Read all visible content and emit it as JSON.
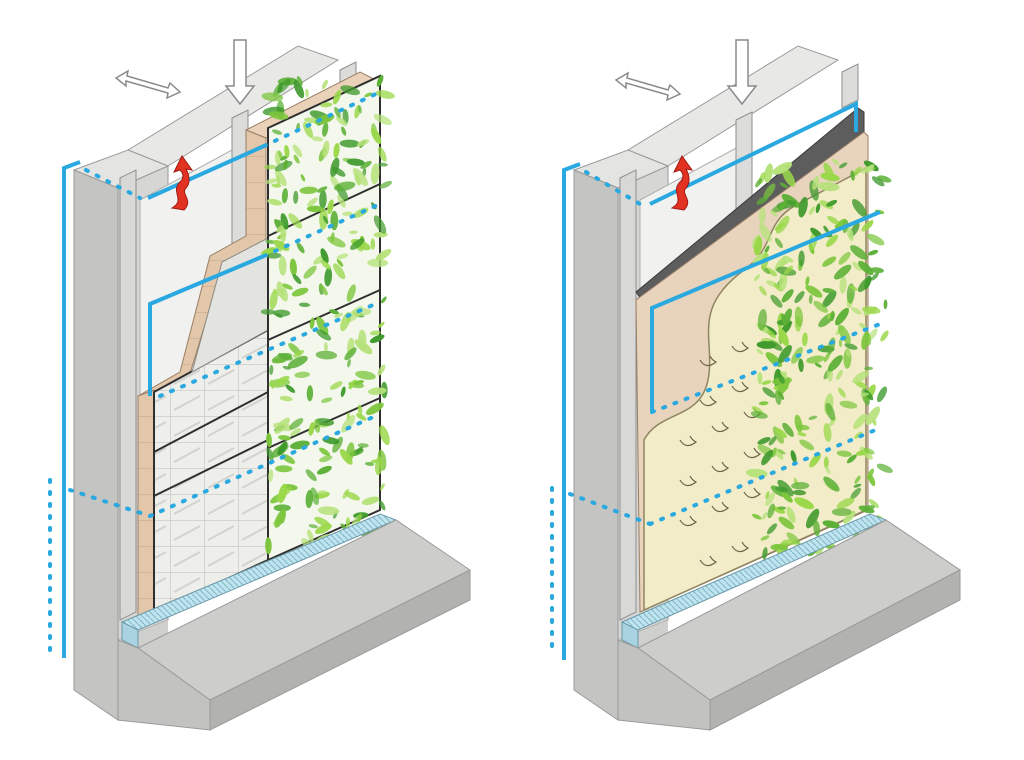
{
  "figure": {
    "panels": [
      {
        "id": "modular-panel-system",
        "elements": [
          "concrete-wall",
          "air-gap",
          "support-frame",
          "insulation-board",
          "modular-planter-grid",
          "climbing-plants",
          "drainage-channel",
          "concrete-slab"
        ],
        "indicators": [
          "load-arrow",
          "movement-arrow",
          "moisture-arrow",
          "blue-section-outline"
        ]
      },
      {
        "id": "felt-pocket-system",
        "elements": [
          "concrete-wall",
          "air-gap",
          "support-frame",
          "waterproof-membrane",
          "backing-board",
          "felt-pocket-layer",
          "climbing-plants",
          "drainage-channel",
          "concrete-slab"
        ],
        "indicators": [
          "load-arrow",
          "movement-arrow",
          "moisture-arrow",
          "blue-section-outline"
        ]
      }
    ],
    "colors": {
      "background": "#ffffff",
      "concrete": "#d4d4d2",
      "concrete_dark": "#b4b4b2",
      "concrete_light": "#e8e8e6",
      "insulation": "#e2c7aa",
      "grid": "#dcdcd8",
      "plant_light": "#9ad84a",
      "plant_dark": "#3f9a2c",
      "felt": "#f2ecc9",
      "membrane": "#5d5d5d",
      "outline_blue": "#2aa8e0",
      "moisture_arrow": "#e23222",
      "load_arrow": "#ffffff",
      "drain": "#bfe4ef"
    }
  }
}
